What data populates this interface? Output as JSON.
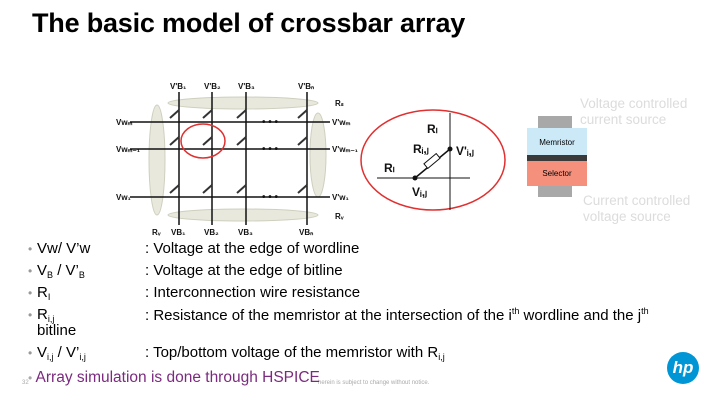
{
  "title": "The basic model of crossbar array",
  "crossbar": {
    "top_labels": [
      "V'B₁",
      "V'B₂",
      "V'B₃",
      "V'Bₙ"
    ],
    "bottom_labels": [
      "VB₁",
      "VB₂",
      "VB₃",
      "VBₙ"
    ],
    "left_labels": [
      "Vwₘ",
      "Vwₘ₋₁",
      "Vw₁"
    ],
    "right_labels": [
      "V'wₘ",
      "V'wₘ₋₁",
      "V'w₁"
    ],
    "rs": "Rₛ",
    "rv_left": "Rᵥ",
    "rv_right": "Rᵥ"
  },
  "cell": {
    "ri_top": "Rₗ",
    "rij": "Rᵢ,ⱼ",
    "ri_left": "Rₗ",
    "vprime": "V'ᵢ,ⱼ",
    "v": "Vᵢ,ⱼ"
  },
  "device": {
    "memristor": "Memristor",
    "selector": "Selector",
    "top_note": "Voltage controlled current source",
    "bottom_note": "Current controlled voltage source",
    "colors": {
      "memristor": "#cce9f8",
      "selector": "#f4907c",
      "electrode": "#a8a8a8",
      "separator": "#3a3a3a"
    }
  },
  "bullets": [
    {
      "label": "Vw/ V’w",
      "desc": ": Voltage at the edge of wordline"
    },
    {
      "label_main": "V",
      "label_sub": "B",
      "label_mid": " / V’",
      "label_sub2": "B",
      "desc": ": Voltage at the edge of bitline"
    },
    {
      "label_main": "R",
      "label_sub": "I",
      "desc": ": Interconnection wire resistance"
    },
    {
      "label_main": "R",
      "label_sub": "i,j",
      "desc_a": ": Resistance of the memristor at the intersection of the i",
      "sup1": "th",
      "desc_b": " wordline and the j",
      "sup2": "th",
      "cont": "bitline"
    },
    {
      "label_main": "V",
      "label_sub": "i,j",
      "label_mid": " / V’",
      "label_sub2": "i,j",
      "desc": ": Top/bottom voltage of the memristor with R",
      "desc_sub": "i,j"
    }
  ],
  "highlight": "Array simulation is done through HSPICE",
  "footer": {
    "page": "32",
    "notice": "herein is subject to change without notice."
  },
  "logo": {
    "text": "hp",
    "color": "#0096d6"
  },
  "colors": {
    "highlight": "#7b2a7f",
    "circle": "#e03030"
  }
}
